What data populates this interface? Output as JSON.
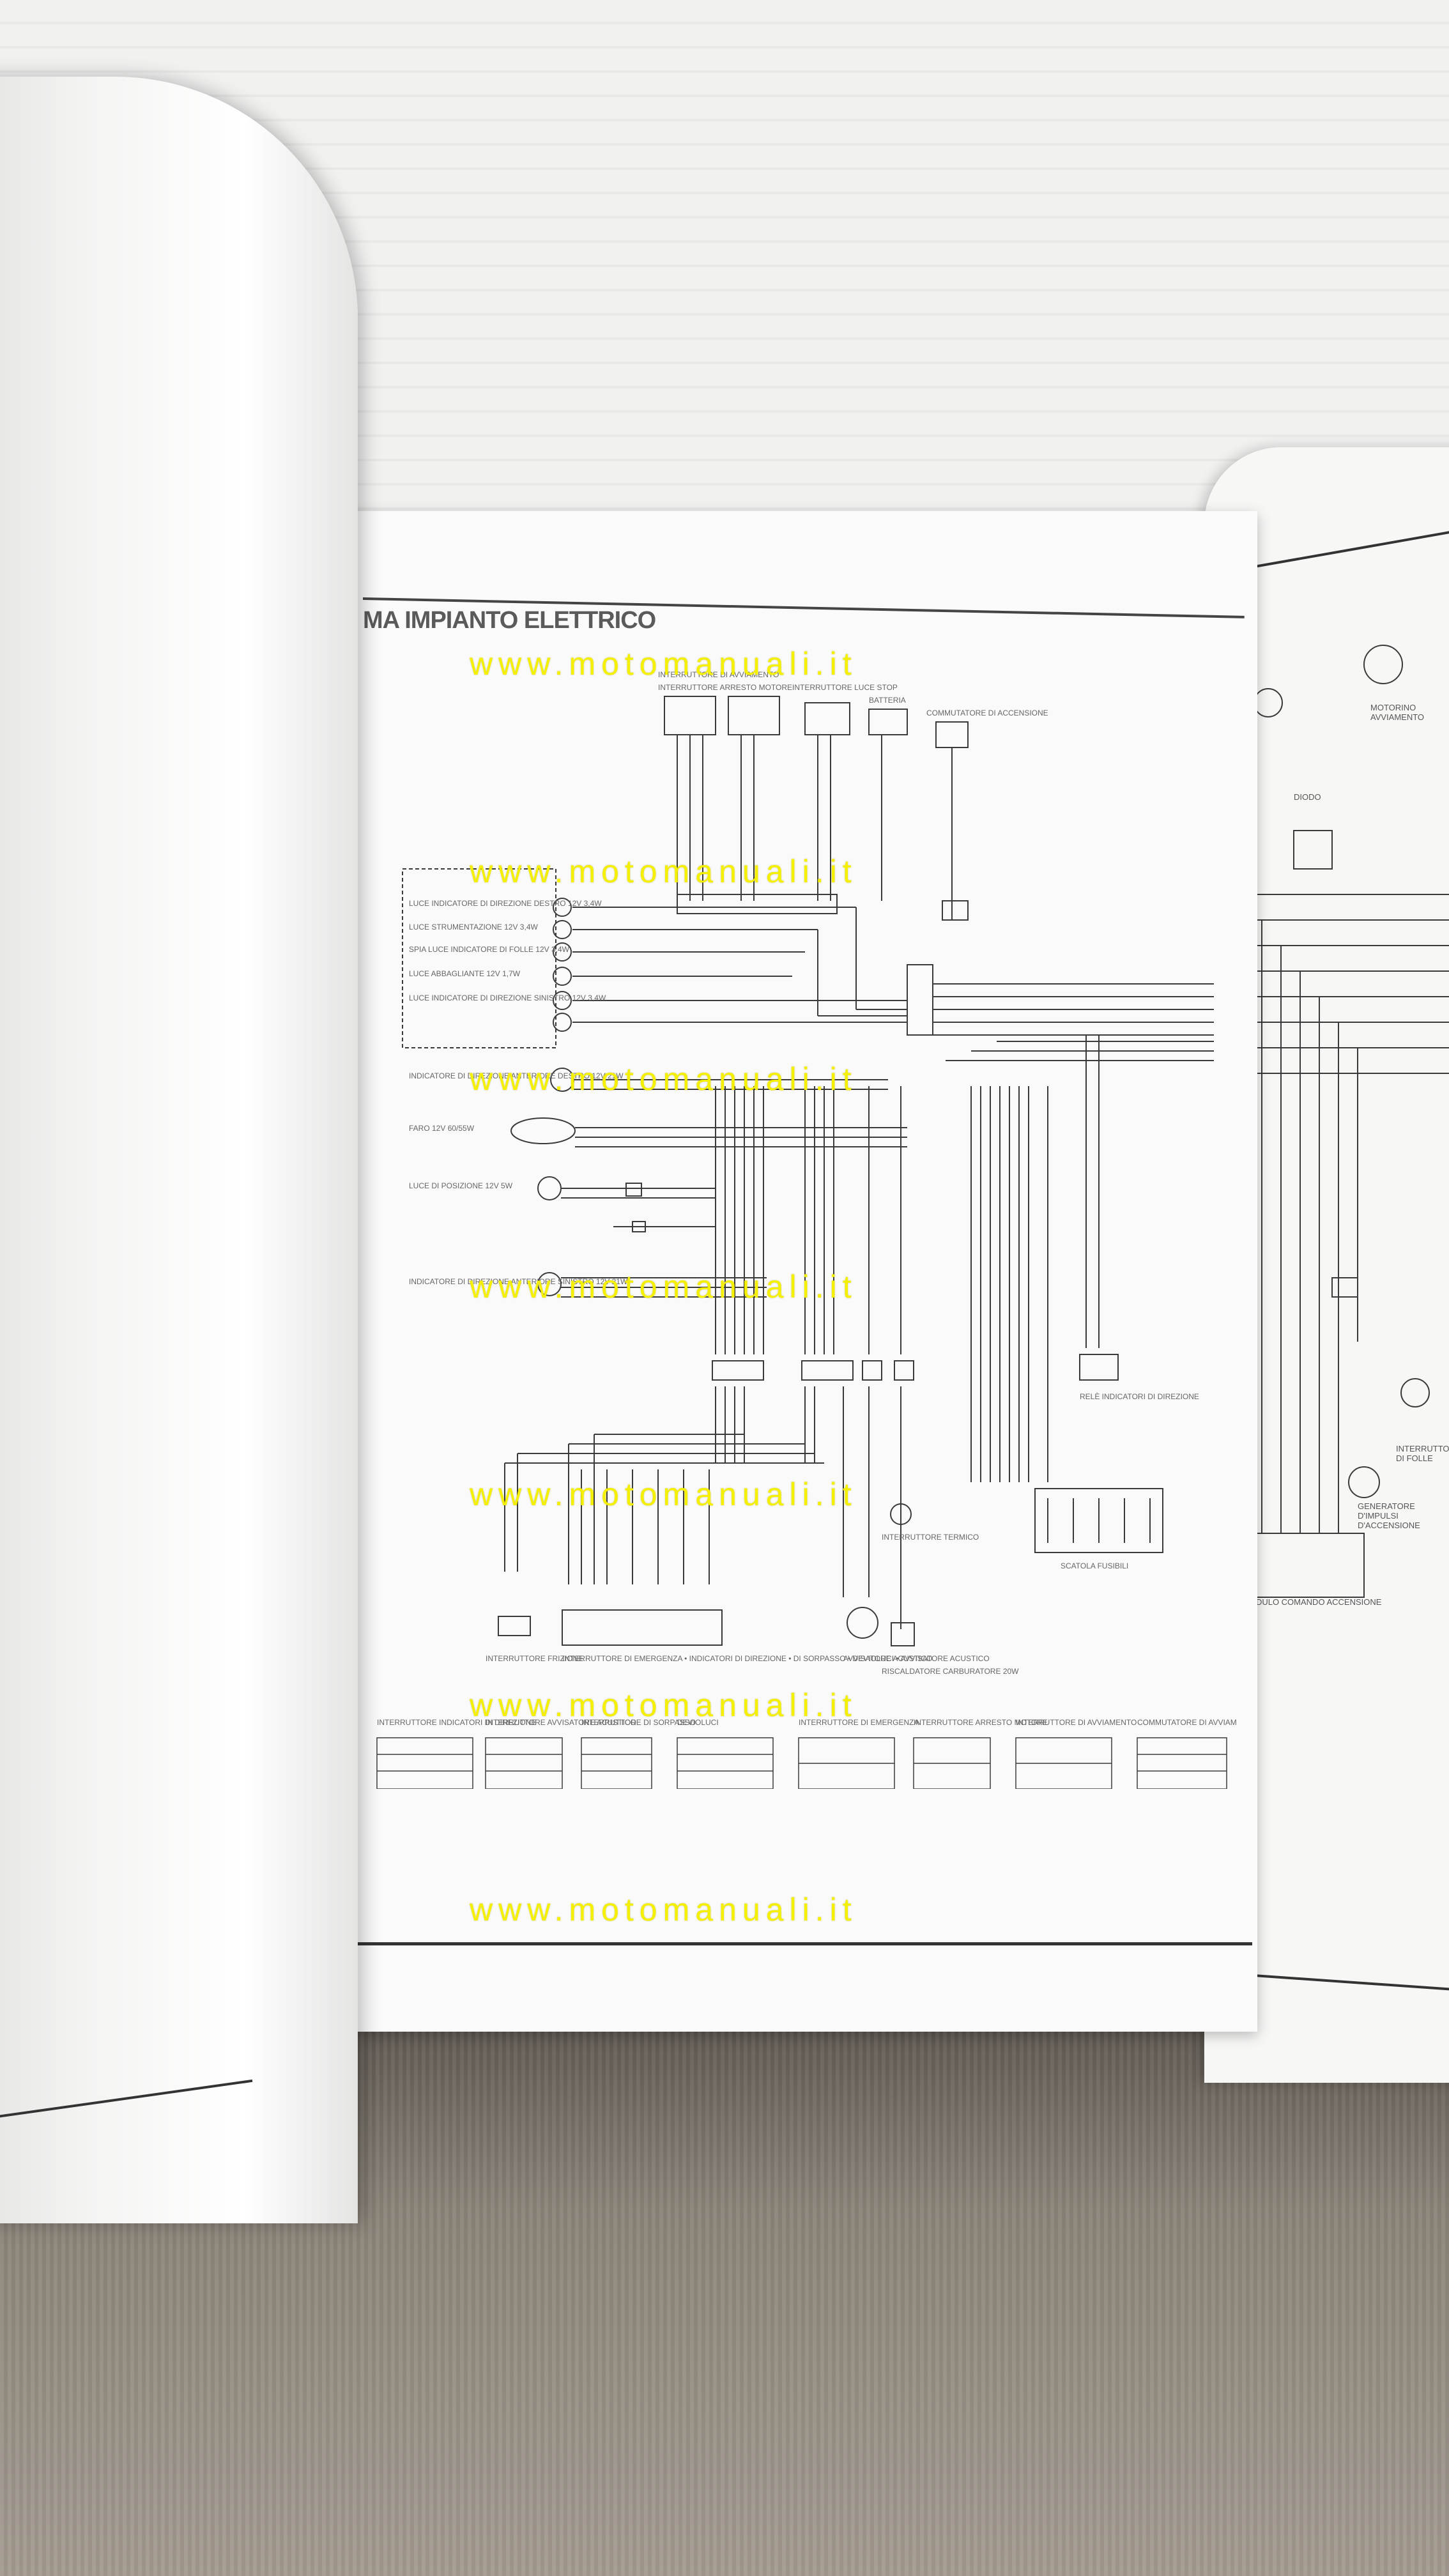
{
  "page": {
    "title": "MA IMPIANTO ELETTRICO",
    "watermark": "www.motomanuali.it"
  },
  "left_labels": [
    "LUCE INDICATORE DI DIREZIONE DESTRO 12V 3,4W",
    "LUCE STRUMENTAZIONE 12V 3,4W",
    "SPIA LUCE INDICATORE DI FOLLE 12V 3,4W",
    "LUCE ABBAGLIANTE 12V 1,7W",
    "LUCE INDICATORE DI DIREZIONE SINISTRO 12V 3,4W",
    "INDICATORE DI DIREZIONE ANTERIORE DESTRO 12V 21W",
    "FARO 12V 60/55W",
    "LUCE DI POSIZIONE 12V 5W",
    "INDICATORE DI DIREZIONE ANTERIORE SINISTRO 12V 21W"
  ],
  "top_labels": [
    "INTERRUTTORE ARRESTO MOTORE",
    "INTERRUTTORE DI AVVIAMENTO",
    "INTERRUTTORE LUCE STOP",
    "BATTERIA",
    "COMMUTATORE DI ACCENSIONE"
  ],
  "bottom_labels": {
    "frizione": "INTERRUTTORE FRIZIONE",
    "emergenza": "INTERRUTTORE DI EMERGENZA • INDICATORI DI DIREZIONE • DI SORPASSO • DEVIOLUCI • AVVISATORE ACUSTICO",
    "avvisatore": "AVVISATORE ACUSTICO",
    "termico": "INTERRUTTORE TERMICO",
    "riscaldatore": "RISCALDATORE CARBURATORE 20W",
    "fusibili": "SCATOLA FUSIBILI",
    "rele": "RELÈ INDICATORI DI DIREZIONE"
  },
  "switch_tables": [
    {
      "title": "INTERRUTTORE INDICATORI DI DIREZIONE"
    },
    {
      "title": "INTERRUTTORE AVVISATORE ACUSTICO"
    },
    {
      "title": "INTERRUTTORE DI SORPASSO"
    },
    {
      "title": "DEVIOLUCI"
    },
    {
      "title": "INTERRUTTORE DI EMERGENZA"
    },
    {
      "title": "INTERRUTTORE ARRESTO MOTORE"
    },
    {
      "title": "INTERRUTTORE DI AVVIAMENTO"
    },
    {
      "title": "COMMUTATORE DI AVVIAM"
    }
  ],
  "right_page": {
    "labels": [
      "MOTORINO AVVIAMENTO",
      "DIODO",
      "INTERRUTTORE DI FOLLE",
      "GENERATORE D'IMPULSI D'ACCENSIONE",
      "MODULO COMANDO ACCENSIONE"
    ]
  },
  "colors": {
    "watermark": "#f5f000",
    "wire": "#3a3a3a",
    "page": "#fafafa"
  }
}
